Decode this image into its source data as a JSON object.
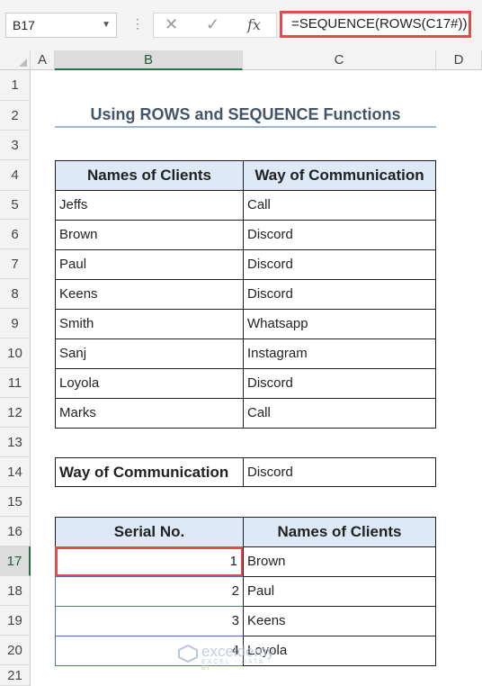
{
  "formula_bar": {
    "name_box": "B17",
    "dots": "⋮",
    "cancel_icon": "✕",
    "enter_icon": "✓",
    "fx_label": "fx",
    "formula": "=SEQUENCE(ROWS(C17#))"
  },
  "columns": [
    "A",
    "B",
    "C",
    "D"
  ],
  "rows": [
    "1",
    "2",
    "3",
    "4",
    "5",
    "6",
    "7",
    "8",
    "9",
    "10",
    "11",
    "12",
    "13",
    "14",
    "15",
    "16",
    "17",
    "18",
    "19",
    "20",
    "21"
  ],
  "title": "Using ROWS and SEQUENCE Functions",
  "table1": {
    "headers": [
      "Names of Clients",
      "Way of Communication"
    ],
    "rows": [
      [
        "Jeffs",
        "Call"
      ],
      [
        "Brown",
        "Discord"
      ],
      [
        "Paul",
        "Discord"
      ],
      [
        "Keens",
        "Discord"
      ],
      [
        "Smith",
        "Whatsapp"
      ],
      [
        "Sanj",
        "Instagram"
      ],
      [
        "Loyola",
        "Discord"
      ],
      [
        "Marks",
        "Call"
      ]
    ]
  },
  "criteria": {
    "label": "Way of Communication",
    "value": "Discord"
  },
  "table2": {
    "headers": [
      "Serial No.",
      "Names of Clients"
    ],
    "rows": [
      [
        "1",
        "Brown"
      ],
      [
        "2",
        "Paul"
      ],
      [
        "3",
        "Keens"
      ],
      [
        "4",
        "Loyola"
      ]
    ]
  },
  "watermark": {
    "name": "exceldemy",
    "tagline": "EXCEL · DATA · BI"
  }
}
